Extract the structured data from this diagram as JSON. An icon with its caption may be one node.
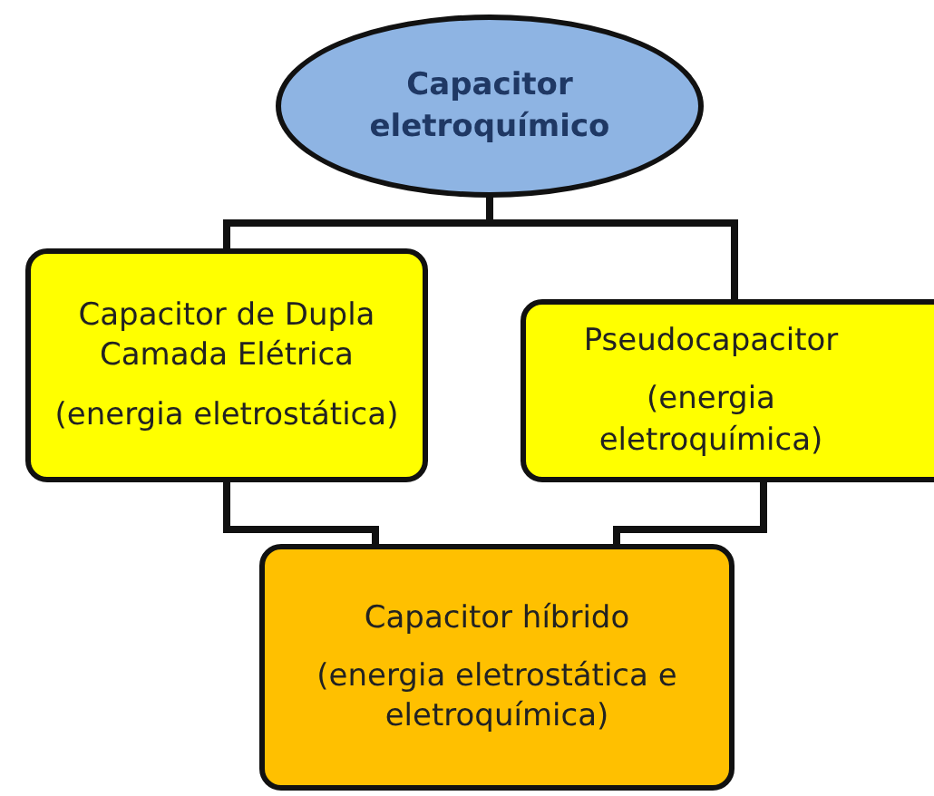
{
  "diagram": {
    "nodes": [
      {
        "text": [
          "Capacitor eletroquímico"
        ]
      },
      {
        "text": [
          "Capacitor de Dupla Camada Elétrica",
          "(energia eletrostática)"
        ]
      },
      {
        "text": [
          "Pseudocapacitor",
          "(energia eletroquímica)"
        ]
      },
      {
        "text": [
          "Capacitor híbrido",
          "(energia eletrostática e eletroquímica)"
        ]
      }
    ],
    "edges": [
      {
        "from": 0,
        "to": 1,
        "arrow": "none"
      },
      {
        "from": 0,
        "to": 2,
        "arrow": "none"
      },
      {
        "from": 1,
        "to": 3,
        "arrow": "none"
      },
      {
        "from": 2,
        "to": 3,
        "arrow": "none"
      }
    ]
  }
}
